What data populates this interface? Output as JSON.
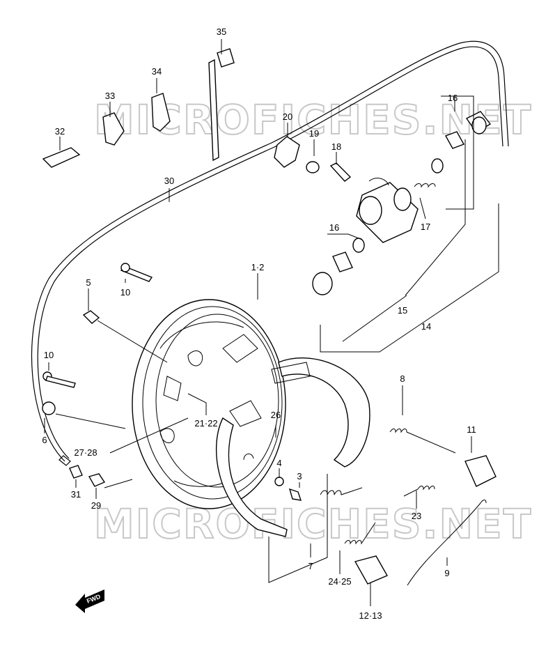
{
  "watermark": "MICROFICHES.NET",
  "fwd_label": "FWD",
  "callouts": [
    {
      "id": "c35",
      "text": "35"
    },
    {
      "id": "c34",
      "text": "34"
    },
    {
      "id": "c33",
      "text": "33"
    },
    {
      "id": "c32",
      "text": "32"
    },
    {
      "id": "c20",
      "text": "20"
    },
    {
      "id": "c19",
      "text": "19"
    },
    {
      "id": "c18",
      "text": "18"
    },
    {
      "id": "c16a",
      "text": "16"
    },
    {
      "id": "c16b",
      "text": "16"
    },
    {
      "id": "c17",
      "text": "17"
    },
    {
      "id": "c30",
      "text": "30"
    },
    {
      "id": "c12",
      "text": "1·2"
    },
    {
      "id": "c5",
      "text": "5"
    },
    {
      "id": "c10a",
      "text": "10"
    },
    {
      "id": "c10b",
      "text": "10"
    },
    {
      "id": "c6",
      "text": "6"
    },
    {
      "id": "c15",
      "text": "15"
    },
    {
      "id": "c14",
      "text": "14"
    },
    {
      "id": "c8",
      "text": "8"
    },
    {
      "id": "c11",
      "text": "11"
    },
    {
      "id": "c2122",
      "text": "21·22"
    },
    {
      "id": "c26",
      "text": "26"
    },
    {
      "id": "c2728",
      "text": "27·28"
    },
    {
      "id": "c4",
      "text": "4"
    },
    {
      "id": "c3",
      "text": "3"
    },
    {
      "id": "c31",
      "text": "31"
    },
    {
      "id": "c29",
      "text": "29"
    },
    {
      "id": "c23",
      "text": "23"
    },
    {
      "id": "c7",
      "text": "7"
    },
    {
      "id": "c9",
      "text": "9"
    },
    {
      "id": "c2425",
      "text": "24·25"
    },
    {
      "id": "c1213",
      "text": "12·13"
    }
  ]
}
